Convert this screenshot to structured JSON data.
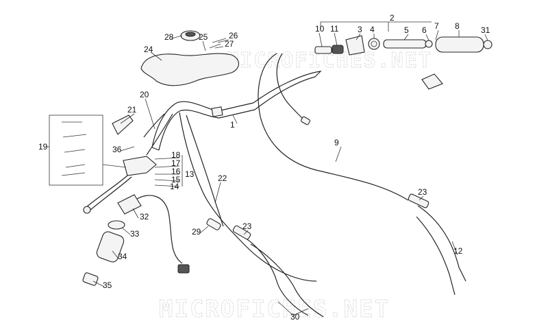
{
  "watermarks": {
    "top": "MICROFICHES.NET",
    "bottom": "MICROFICHES.NET"
  },
  "callouts": {
    "n1": "1",
    "n2": "2",
    "n3": "3",
    "n4": "4",
    "n5": "5",
    "n6": "6",
    "n7": "7",
    "n8": "8",
    "n9": "9",
    "n10": "10",
    "n11": "11",
    "n12": "12",
    "n13": "13",
    "n14": "14",
    "n15": "15",
    "n16": "16",
    "n17": "17",
    "n18": "18",
    "n19": "19",
    "n20": "20",
    "n21": "21",
    "n22": "22",
    "n23a": "23",
    "n23b": "23",
    "n24": "24",
    "n25": "25",
    "n26": "26",
    "n27": "27",
    "n28": "28",
    "n29": "29",
    "n30": "30",
    "n31": "31",
    "n32": "32",
    "n33": "33",
    "n34": "34",
    "n35": "35",
    "n36": "36"
  }
}
